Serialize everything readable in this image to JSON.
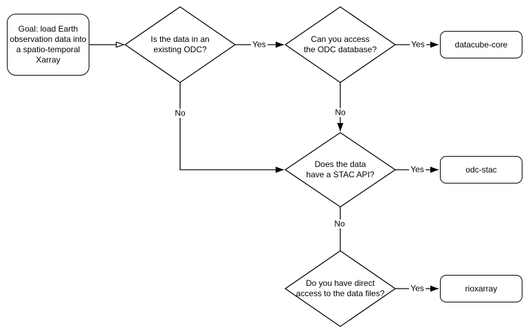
{
  "flowchart": {
    "start": {
      "label": "Goal: load Earth\nobservation data into\na spatio-temporal\nXarray"
    },
    "decisions": [
      {
        "id": "existing-odc",
        "label": "Is the data in an\nexisting ODC?"
      },
      {
        "id": "odc-db-access",
        "label": "Can you access\nthe ODC database?"
      },
      {
        "id": "stac-api",
        "label": "Does the data\nhave a STAC API?"
      },
      {
        "id": "direct-file-access",
        "label": "Do you have direct\naccess to the data files?"
      }
    ],
    "outcomes": [
      {
        "id": "datacube-core",
        "label": "datacube-core"
      },
      {
        "id": "odc-stac",
        "label": "odc-stac"
      },
      {
        "id": "rioxarray",
        "label": "rioxarray"
      }
    ],
    "edges": [
      {
        "from": "start",
        "to": "existing-odc",
        "label": ""
      },
      {
        "from": "existing-odc",
        "to": "odc-db-access",
        "label": "Yes"
      },
      {
        "from": "odc-db-access",
        "to": "datacube-core",
        "label": "Yes"
      },
      {
        "from": "existing-odc",
        "to": "stac-api",
        "label": "No"
      },
      {
        "from": "odc-db-access",
        "to": "stac-api",
        "label": "No"
      },
      {
        "from": "stac-api",
        "to": "odc-stac",
        "label": "Yes"
      },
      {
        "from": "stac-api",
        "to": "direct-file-access",
        "label": "No"
      },
      {
        "from": "direct-file-access",
        "to": "rioxarray",
        "label": "Yes"
      }
    ],
    "colors": {
      "stroke": "#000000",
      "text": "#000000",
      "background": "#ffffff"
    }
  }
}
